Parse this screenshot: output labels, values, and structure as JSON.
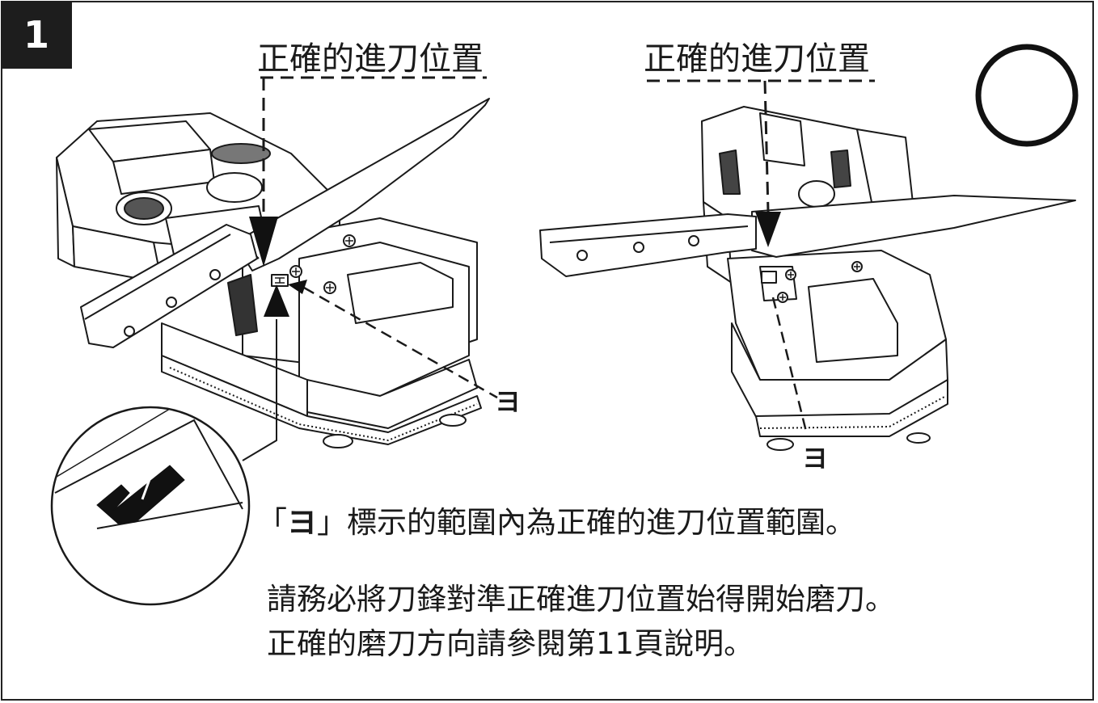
{
  "step": {
    "number": "1"
  },
  "labels": {
    "correct_position_left": "正確的進刀位置",
    "correct_position_right": "正確的進刀位置"
  },
  "marks": {
    "symbol": "ヨ"
  },
  "description": {
    "open_bracket": "「",
    "symbol": "ヨ",
    "close_bracket": "」",
    "text": "標示的範圍內為正確的進刀位置範圍。"
  },
  "instructions": {
    "line1": "請務必將刀鋒對準正確進刀位置始得開始磨刀。",
    "line2": "正確的磨刀方向請參閱第11頁說明。"
  },
  "indicator": {
    "correct_icon": "circle-o-icon"
  }
}
